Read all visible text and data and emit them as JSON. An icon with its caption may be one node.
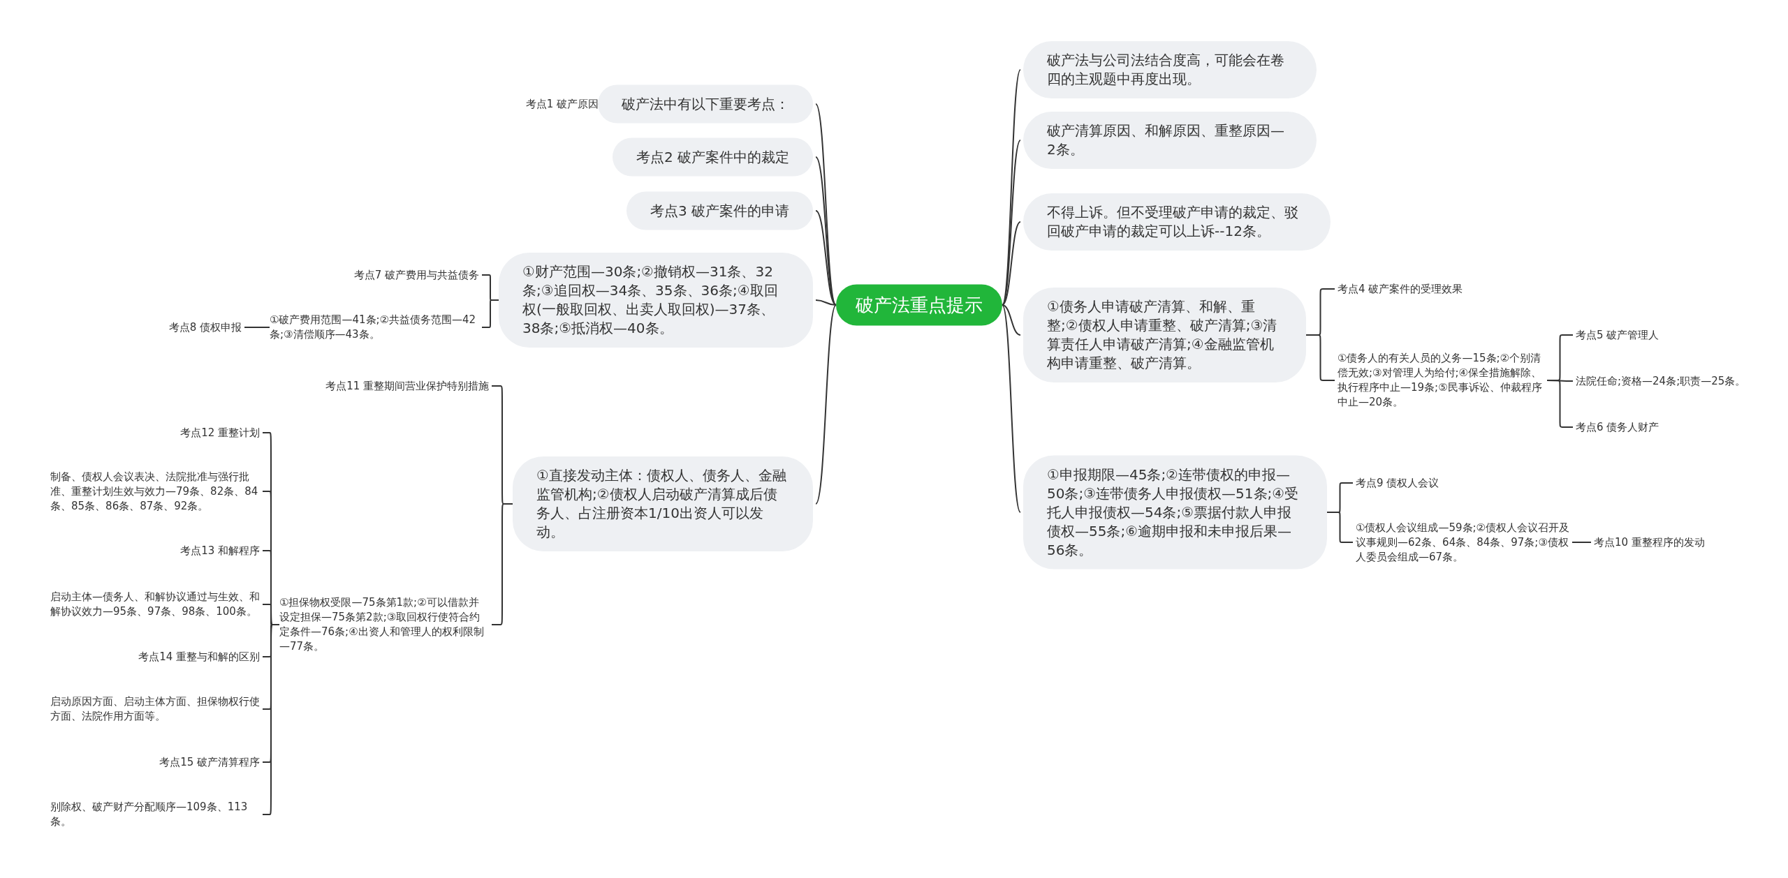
{
  "diagram": {
    "nodes": [
      {
        "text": [
          "破产法重点提示"
        ]
      },
      {
        "text": [
          "破产法与公司法结合度高，可能会在卷四的主观题中再度出现。"
        ]
      },
      {
        "text": [
          "破产清算原因、和解原因、重整原因—2条。"
        ]
      },
      {
        "text": [
          "不得上诉。但不受理破产申请的裁定、驳回破产申请的裁定可以上诉--12条。"
        ]
      },
      {
        "text": [
          "①债务人申请破产清算、和解、重整;②债权人申请重整、破产清算;③清算责任人申请破产清算;④金融监管机构申请重整、破产清算。"
        ]
      },
      {
        "text": [
          "考点4 破产案件的受理效果"
        ]
      },
      {
        "text": [
          "①债务人的有关人员的义务—15条;②个别清偿无效;③对管理人为给付;④保全措施解除、执行程序中止—19条;⑤民事诉讼、仲裁程序中止—20条。"
        ]
      },
      {
        "text": [
          "考点5 破产管理人"
        ]
      },
      {
        "text": [
          "法院任命;资格—24条;职责—25条。"
        ]
      },
      {
        "text": [
          "考点6 债务人财产"
        ]
      },
      {
        "text": [
          "①申报期限—45条;②连带债权的申报—50条;③连带债务人申报债权—51条;④受托人申报债权—54条;⑤票据付款人申报债权—55条;⑥逾期申报和未申报后果—56条。"
        ]
      },
      {
        "text": [
          "考点9 债权人会议"
        ]
      },
      {
        "text": [
          "①债权人会议组成—59条;②债权人会议召开及议事规则—62条、64条、84条、97条;③债权人委员会组成—67条。"
        ]
      },
      {
        "text": [
          "考点10 重整程序的发动"
        ]
      },
      {
        "text": [
          "破产法中有以下重要考点："
        ]
      },
      {
        "text": [
          "考点1 破产原因"
        ]
      },
      {
        "text": [
          "考点2 破产案件中的裁定"
        ]
      },
      {
        "text": [
          "考点3 破产案件的申请"
        ]
      },
      {
        "text": [
          "①财产范围—30条;②撤销权—31条、32条;③追回权—34条、35条、36条;④取回权(一般取回权、出卖人取回权)—37条、38条;⑤抵消权—40条。"
        ]
      },
      {
        "text": [
          "考点7 破产费用与共益债务"
        ]
      },
      {
        "text": [
          "①破产费用范围—41条;②共益债务范围—42条;③清偿顺序—43条。"
        ]
      },
      {
        "text": [
          "考点8 债权申报"
        ]
      },
      {
        "text": [
          "①直接发动主体：债权人、债务人、金融监管机构;②债权人启动破产清算成后债务人、占注册资本1/10出资人可以发动。"
        ]
      },
      {
        "text": [
          "考点11 重整期间营业保护特别措施"
        ]
      },
      {
        "text": [
          "①担保物权受限—75条第1款;②可以借款并设定担保—75条第2款;③取回权行使符合约定条件—76条;④出资人和管理人的权利限制—77条。"
        ]
      },
      {
        "text": [
          "考点12 重整计划"
        ]
      },
      {
        "text": [
          "制备、债权人会议表决、法院批准与强行批准、重整计划生效与效力—79条、82条、84条、85条、86条、87条、92条。"
        ]
      },
      {
        "text": [
          "考点13 和解程序"
        ]
      },
      {
        "text": [
          "启动主体—债务人、和解协议通过与生效、和解协议效力—95条、97条、98条、100条。"
        ]
      },
      {
        "text": [
          "考点14 重整与和解的区别"
        ]
      },
      {
        "text": [
          "启动原因方面、启动主体方面、担保物权行使方面、法院作用方面等。"
        ]
      },
      {
        "text": [
          "考点15 破产清算程序"
        ]
      },
      {
        "text": [
          "别除权、破产财产分配顺序—109条、113条。"
        ]
      }
    ],
    "edges": [
      {
        "from": 0,
        "to": 1,
        "arrow": "none"
      },
      {
        "from": 0,
        "to": 2,
        "arrow": "none"
      },
      {
        "from": 0,
        "to": 3,
        "arrow": "none"
      },
      {
        "from": 0,
        "to": 4,
        "arrow": "none"
      },
      {
        "from": 4,
        "to": 5,
        "arrow": "none"
      },
      {
        "from": 4,
        "to": 6,
        "arrow": "none"
      },
      {
        "from": 6,
        "to": 7,
        "arrow": "none"
      },
      {
        "from": 6,
        "to": 8,
        "arrow": "none"
      },
      {
        "from": 6,
        "to": 9,
        "arrow": "none"
      },
      {
        "from": 0,
        "to": 10,
        "arrow": "none"
      },
      {
        "from": 10,
        "to": 11,
        "arrow": "none"
      },
      {
        "from": 10,
        "to": 12,
        "arrow": "none"
      },
      {
        "from": 12,
        "to": 13,
        "arrow": "none"
      },
      {
        "from": 0,
        "to": 14,
        "arrow": "none"
      },
      {
        "from": 14,
        "to": 15,
        "arrow": "none"
      },
      {
        "from": 0,
        "to": 16,
        "arrow": "none"
      },
      {
        "from": 0,
        "to": 17,
        "arrow": "none"
      },
      {
        "from": 0,
        "to": 18,
        "arrow": "none"
      },
      {
        "from": 18,
        "to": 19,
        "arrow": "none"
      },
      {
        "from": 18,
        "to": 20,
        "arrow": "none"
      },
      {
        "from": 20,
        "to": 21,
        "arrow": "none"
      },
      {
        "from": 0,
        "to": 22,
        "arrow": "none"
      },
      {
        "from": 22,
        "to": 23,
        "arrow": "none"
      },
      {
        "from": 22,
        "to": 24,
        "arrow": "none"
      },
      {
        "from": 24,
        "to": 25,
        "arrow": "none"
      },
      {
        "from": 24,
        "to": 26,
        "arrow": "none"
      },
      {
        "from": 24,
        "to": 27,
        "arrow": "none"
      },
      {
        "from": 24,
        "to": 28,
        "arrow": "none"
      },
      {
        "from": 24,
        "to": 29,
        "arrow": "none"
      },
      {
        "from": 24,
        "to": 30,
        "arrow": "none"
      },
      {
        "from": 24,
        "to": 31,
        "arrow": "none"
      },
      {
        "from": 24,
        "to": 32,
        "arrow": "none"
      }
    ]
  }
}
